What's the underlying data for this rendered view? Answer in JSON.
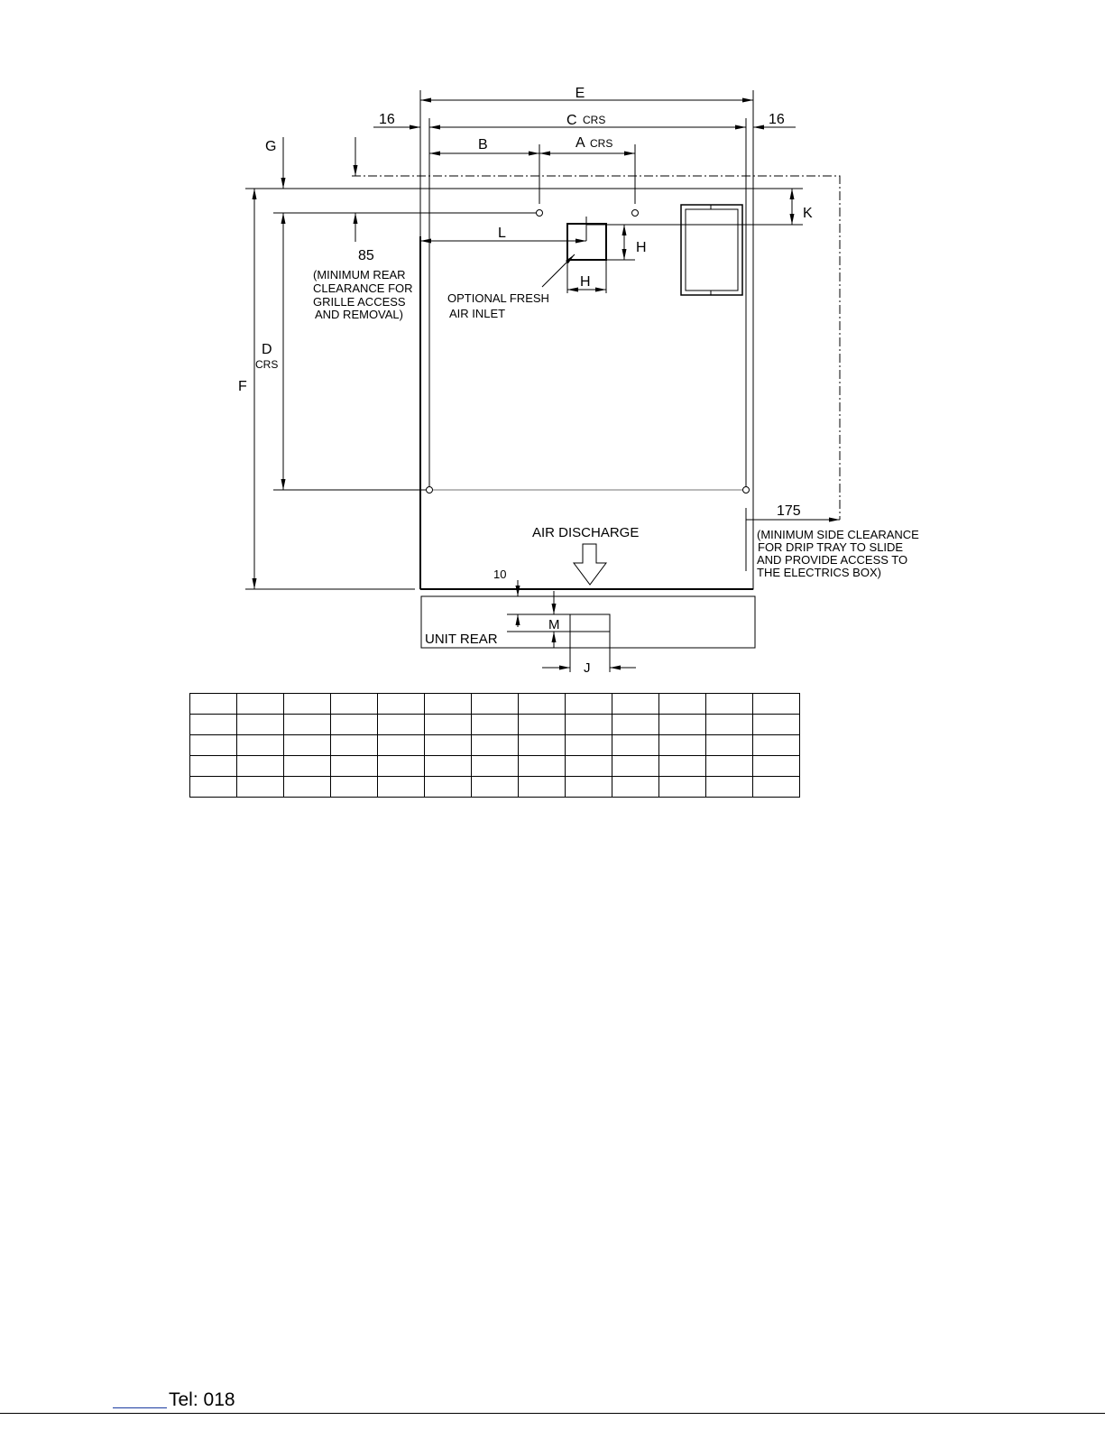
{
  "dimensions": {
    "E": "E",
    "C": "C",
    "C_crs": "CRS",
    "A": "A",
    "A_crs": "CRS",
    "B": "B",
    "D": "D",
    "D_crs": "CRS",
    "F": "F",
    "G": "G",
    "H_top": "H",
    "H_bottom": "H",
    "K": "K",
    "L": "L",
    "M": "M",
    "J": "J",
    "side_left": "16",
    "side_right": "16",
    "rear_clearance": "85",
    "side_clearance": "175",
    "ten": "10"
  },
  "notes": {
    "rear_clearance": [
      "(MINIMUM REAR",
      "CLEARANCE FOR",
      "GRILLE ACCESS",
      "AND REMOVAL)"
    ],
    "fresh_air": [
      "OPTIONAL FRESH",
      "AIR INLET"
    ],
    "air_discharge": "AIR DISCHARGE",
    "side_clearance": [
      "(MINIMUM SIDE CLEARANCE",
      "FOR DRIP TRAY TO SLIDE",
      "AND PROVIDE ACCESS TO",
      "THE ELECTRICS BOX)"
    ],
    "unit_rear": "UNIT REAR"
  },
  "table": {
    "rows": [
      [
        "",
        "",
        "",
        "",
        "",
        "",
        "",
        "",
        "",
        "",
        "",
        "",
        ""
      ],
      [
        "",
        "",
        "",
        "",
        "",
        "",
        "",
        "",
        "",
        "",
        "",
        "",
        ""
      ],
      [
        "",
        "",
        "",
        "",
        "",
        "",
        "",
        "",
        "",
        "",
        "",
        "",
        ""
      ],
      [
        "",
        "",
        "",
        "",
        "",
        "",
        "",
        "",
        "",
        "",
        "",
        "",
        ""
      ],
      [
        "",
        "",
        "",
        "",
        "",
        "",
        "",
        "",
        "",
        "",
        "",
        "",
        ""
      ]
    ]
  },
  "footer": {
    "tel": "Tel: 018"
  }
}
